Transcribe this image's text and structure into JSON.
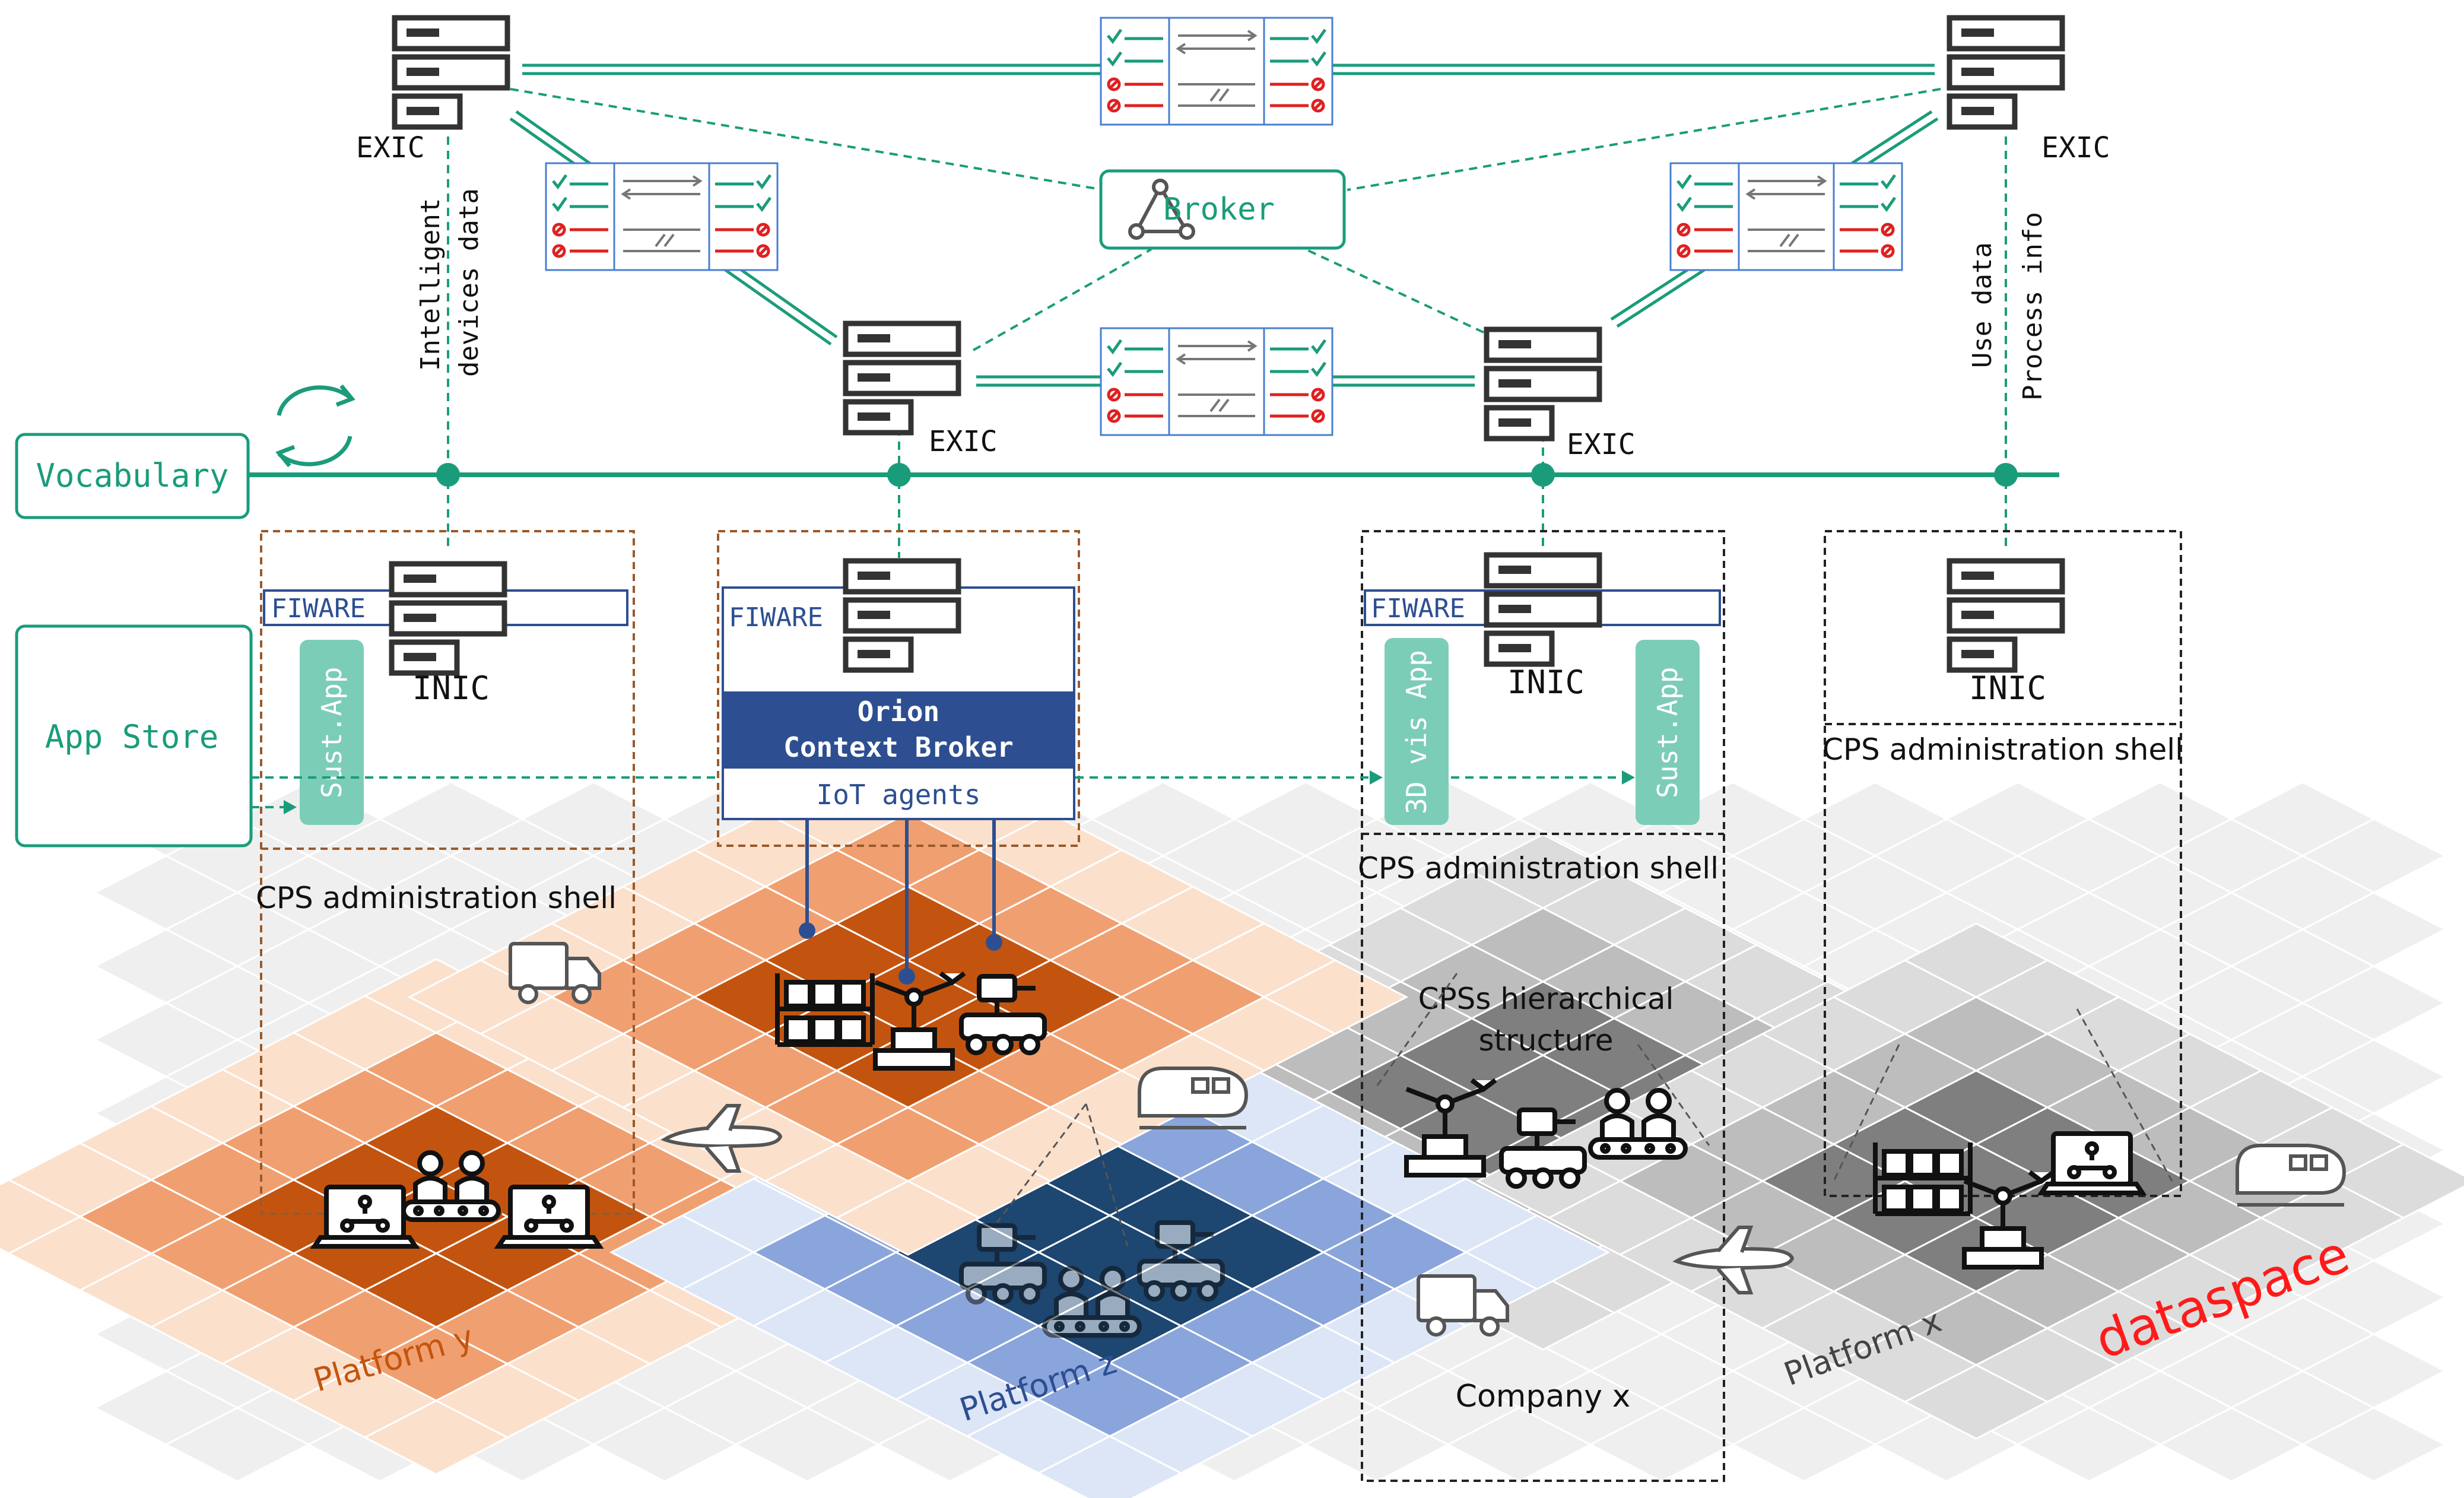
{
  "labels": {
    "exic": "EXIC",
    "broker": "Broker",
    "vocabulary": "Vocabulary",
    "app_store": "App Store",
    "fiware": "FIWARE",
    "inic": "INIC",
    "sust_app": "Sust.App",
    "vis_app": "3D vis App",
    "orion_line1": "Orion",
    "orion_line2": "Context Broker",
    "iot_agents": "IoT agents",
    "cps_shell": "CPS administration shell",
    "cps_hier_line1": "CPSs hierarchical",
    "cps_hier_line2": "structure",
    "intelligent_line1": "Intelligent",
    "intelligent_line2": "devices data",
    "use_data": "Use data",
    "process_info": "Process info",
    "platform_y": "Platform y",
    "platform_z": "Platform z",
    "platform_x": "Platform x",
    "company_x": "Company x",
    "dataspace": "dataspace"
  },
  "colors": {
    "teal": "#1a9c7b",
    "teal_app": "#7ccdb8",
    "navy": "#2d4f91",
    "orange_dark": "#c3540f",
    "orange_mid": "#f0a070",
    "orange_light": "#fbe0cc",
    "blue_dark": "#1d4670",
    "blue_mid": "#8aa5db",
    "blue_light": "#dce6f6",
    "grey_dark": "#7f7f7f",
    "grey_mid": "#bdbdbd",
    "grey_light": "#efefef",
    "red": "#ff1a1a",
    "icon": "#333333"
  },
  "icons": [
    "server-icon",
    "sync-icon",
    "broker-graph-icon",
    "contract-table-icon",
    "truck-icon",
    "airplane-icon",
    "train-icon",
    "robot-arm-icon",
    "robot-cart-icon",
    "workers-conveyor-icon",
    "shelves-icon",
    "laptop-network-icon"
  ]
}
